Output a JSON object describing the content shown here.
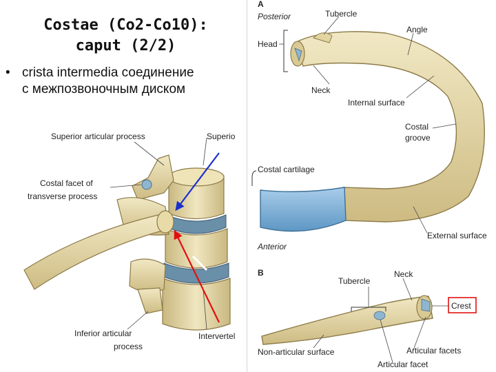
{
  "slide": {
    "title_line1": "Costae (Co2-Co10):",
    "title_line2": "caput (2/2)",
    "bullet_marker": "•",
    "bullet_line1": "crista intermedia соединение",
    "bullet_line2": "с межпозвоночным диском"
  },
  "spine_figure": {
    "labels": {
      "superior_articular_process": "Superior articular process",
      "superior_cut": "Superio",
      "costal_facet_line1": "Costal facet of",
      "costal_facet_line2": "transverse process",
      "inferior_articular_line1": "Inferior articular",
      "inferior_articular_line2": "process",
      "intervertebral_cut": "Intervertel"
    }
  },
  "rib_figure_a": {
    "section": "A",
    "labels": {
      "posterior": "Posterior",
      "tubercle": "Tubercle",
      "head": "Head",
      "angle": "Angle",
      "neck": "Neck",
      "internal_surface": "Internal surface",
      "costal_groove_line1": "Costal",
      "costal_groove_line2": "groove",
      "costal_cartilage": "Costal cartilage",
      "external_surface": "External surface",
      "anterior": "Anterior"
    }
  },
  "rib_figure_b": {
    "section": "B",
    "labels": {
      "tubercle": "Tubercle",
      "neck": "Neck",
      "crest": "Crest",
      "non_articular_surface": "Non-articular surface",
      "articular_facets": "Articular facets",
      "articular_facet": "Articular facet"
    }
  },
  "colors": {
    "bone": "#e8ddb0",
    "bone_shadow": "#c9b880",
    "cartilage": "#7fb3dc",
    "disc": "#6a8fa8",
    "arrow_blue": "#1a2fd0",
    "arrow_red": "#e01010",
    "crest_box": "#e01010"
  }
}
